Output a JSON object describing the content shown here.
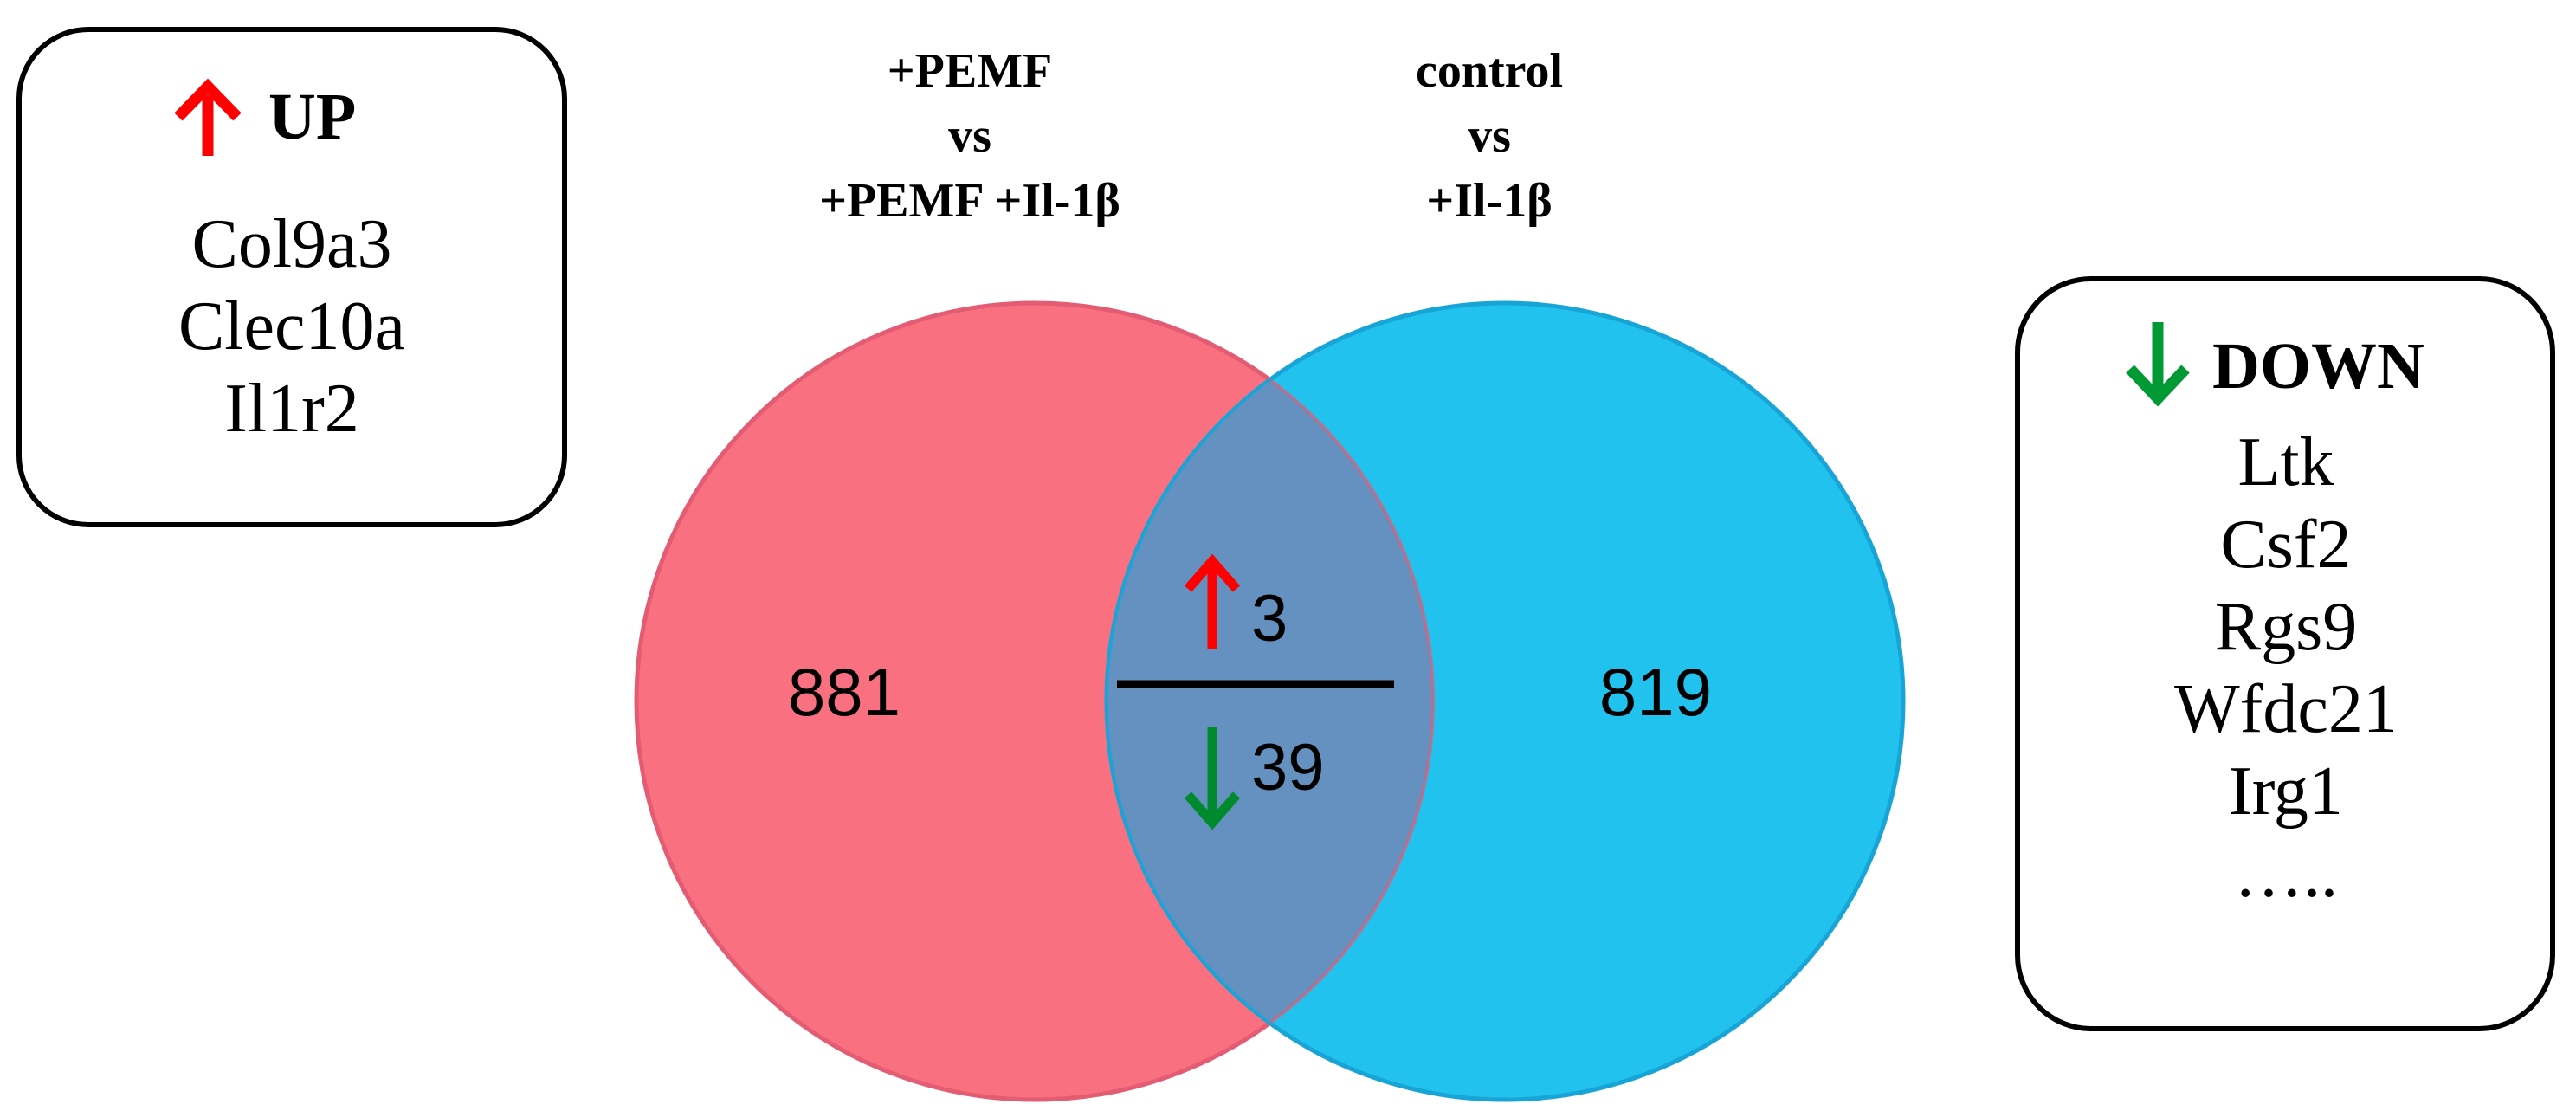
{
  "colors": {
    "left_set_fill": "#f97080",
    "left_set_stroke": "#f25868",
    "right_set_fill": "#22c2ef",
    "right_set_stroke": "#14a6d8",
    "overlap_fill": "#6591c0",
    "up_arrow": "#ff0000",
    "down_arrow": "#009933",
    "text": "#000000",
    "box_stroke": "#000000"
  },
  "up_box": {
    "arrow_icon": "arrow-up-icon",
    "title": "UP",
    "genes": [
      "Col9a3",
      "Clec10a",
      "Il1r2"
    ]
  },
  "down_box": {
    "arrow_icon": "arrow-down-icon",
    "title": "DOWN",
    "genes": [
      "Ltk",
      "Csf2",
      "Rgs9",
      "Wfdc21",
      "Irg1",
      "….."
    ]
  },
  "sets": {
    "left": {
      "label_lines": [
        "+PEMF",
        "vs",
        "+PEMF +Il-1β"
      ],
      "count": "881"
    },
    "right": {
      "label_lines": [
        "control",
        "vs",
        "+Il-1β"
      ],
      "count": "819"
    },
    "overlap": {
      "up_icon": "arrow-up-icon",
      "up_count": "3",
      "down_icon": "arrow-down-icon",
      "down_count": "39"
    }
  }
}
